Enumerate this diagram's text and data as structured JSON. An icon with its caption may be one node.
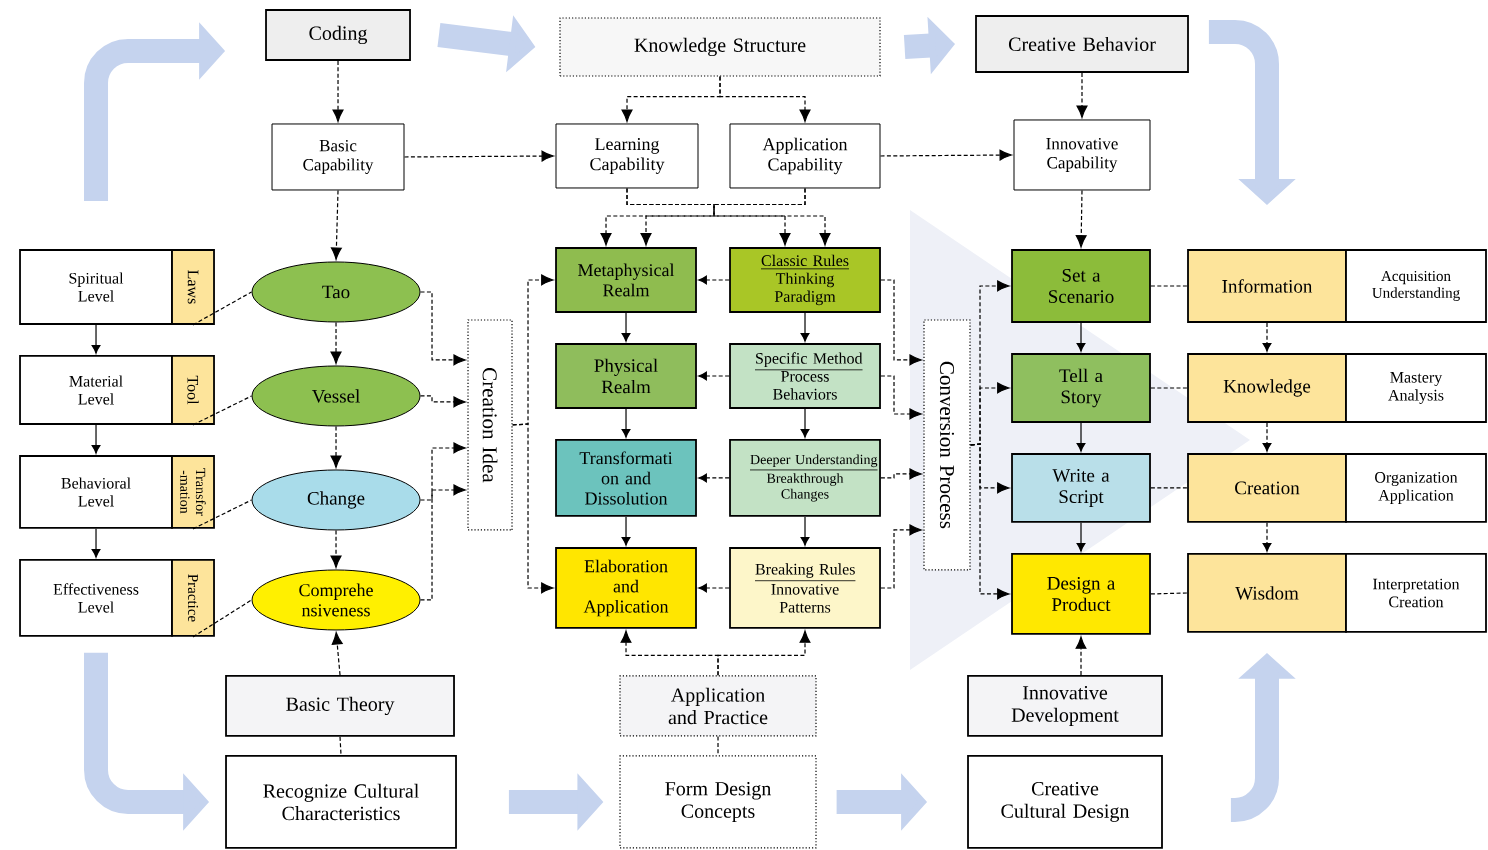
{
  "diagram": {
    "nodes": [
      {
        "text": [
          "Coding"
        ]
      },
      {
        "text": [
          "Basic Capability"
        ]
      },
      {
        "text": [
          "Knowledge Structure"
        ]
      },
      {
        "text": [
          "Learning Capability"
        ]
      },
      {
        "text": [
          "Application Capability"
        ]
      },
      {
        "text": [
          "Creative Behavior"
        ]
      },
      {
        "text": [
          "Innovative Capability"
        ]
      },
      {
        "text": [
          "Spiritual Level"
        ]
      },
      {
        "text": [
          "Laws"
        ]
      },
      {
        "text": [
          "Material Level"
        ]
      },
      {
        "text": [
          "Tool"
        ]
      },
      {
        "text": [
          "Behavioral Level"
        ]
      },
      {
        "text": [
          "Transfor -mation"
        ]
      },
      {
        "text": [
          "Effectiveness Level"
        ]
      },
      {
        "text": [
          "Practice"
        ]
      },
      {
        "text": [
          "Tao"
        ]
      },
      {
        "text": [
          "Vessel"
        ]
      },
      {
        "text": [
          "Change"
        ]
      },
      {
        "text": [
          "Comprehe nsiveness"
        ]
      },
      {
        "text": [
          "Creation Idea"
        ]
      },
      {
        "text": [
          "Metaphysical Realm"
        ]
      },
      {
        "text": [
          "Classic Rules",
          "Thinking Paradigm"
        ]
      },
      {
        "text": [
          "Physical Realm"
        ]
      },
      {
        "text": [
          "Specific Method",
          "Process Behaviors"
        ]
      },
      {
        "text": [
          "Transformati on and Dissolution"
        ]
      },
      {
        "text": [
          "Deeper Understanding",
          "Breakthrough Changes"
        ]
      },
      {
        "text": [
          "Elaboration and Application"
        ]
      },
      {
        "text": [
          "Breaking Rules",
          "Innovative Patterns"
        ]
      },
      {
        "text": [
          "Conversion Process"
        ]
      },
      {
        "text": [
          "Set a Scenario"
        ]
      },
      {
        "text": [
          "Information"
        ]
      },
      {
        "text": [
          "Acquisition Understanding"
        ]
      },
      {
        "text": [
          "Tell a Story"
        ]
      },
      {
        "text": [
          "Knowledge"
        ]
      },
      {
        "text": [
          "Mastery Analysis"
        ]
      },
      {
        "text": [
          "Write a Script"
        ]
      },
      {
        "text": [
          "Creation"
        ]
      },
      {
        "text": [
          "Organization Application"
        ]
      },
      {
        "text": [
          "Design a Product"
        ]
      },
      {
        "text": [
          "Wisdom"
        ]
      },
      {
        "text": [
          "Interpretation Creation"
        ]
      },
      {
        "text": [
          "Basic Theory"
        ]
      },
      {
        "text": [
          "Recognize Cultural Characteristics"
        ]
      },
      {
        "text": [
          "Application and Practice"
        ]
      },
      {
        "text": [
          "Form Design Concepts"
        ]
      },
      {
        "text": [
          "Innovative Development"
        ]
      },
      {
        "text": [
          "Creative Cultural Design"
        ]
      }
    ],
    "edges": [
      {
        "from": 0,
        "to": 1,
        "arrow": "to",
        "style": "dashed"
      },
      {
        "from": 1,
        "to": 15,
        "arrow": "to",
        "style": "dashed"
      },
      {
        "from": 1,
        "to": 3,
        "arrow": "to",
        "style": "dashed"
      },
      {
        "from": 2,
        "to": 3,
        "arrow": "to",
        "style": "dashed"
      },
      {
        "from": 2,
        "to": 4,
        "arrow": "to",
        "style": "dashed"
      },
      {
        "from": 4,
        "to": 6,
        "arrow": "to",
        "style": "dashed"
      },
      {
        "from": 5,
        "to": 6,
        "arrow": "to",
        "style": "dashed"
      },
      {
        "from": 6,
        "to": 29,
        "arrow": "to",
        "style": "dashed"
      },
      {
        "from": 3,
        "to": 20,
        "arrow": "to",
        "style": "dashed"
      },
      {
        "from": 3,
        "to": 21,
        "arrow": "to",
        "style": "dashed"
      },
      {
        "from": 4,
        "to": 20,
        "arrow": "to",
        "style": "dashed"
      },
      {
        "from": 4,
        "to": 21,
        "arrow": "to",
        "style": "dashed"
      },
      {
        "from": 7,
        "to": 9,
        "arrow": "to"
      },
      {
        "from": 9,
        "to": 11,
        "arrow": "to"
      },
      {
        "from": 11,
        "to": 13,
        "arrow": "to"
      },
      {
        "from": 8,
        "to": 15,
        "arrow": "none",
        "style": "dashed"
      },
      {
        "from": 10,
        "to": 16,
        "arrow": "none",
        "style": "dashed"
      },
      {
        "from": 12,
        "to": 17,
        "arrow": "none",
        "style": "dashed"
      },
      {
        "from": 14,
        "to": 18,
        "arrow": "none",
        "style": "dashed"
      },
      {
        "from": 15,
        "to": 16,
        "arrow": "to",
        "style": "dashed"
      },
      {
        "from": 16,
        "to": 17,
        "arrow": "to",
        "style": "dashed"
      },
      {
        "from": 17,
        "to": 18,
        "arrow": "to",
        "style": "dashed"
      },
      {
        "from": 15,
        "to": 19,
        "arrow": "to",
        "style": "dashed"
      },
      {
        "from": 16,
        "to": 19,
        "arrow": "to",
        "style": "dashed"
      },
      {
        "from": 17,
        "to": 19,
        "arrow": "to",
        "style": "dashed"
      },
      {
        "from": 18,
        "to": 19,
        "arrow": "to",
        "style": "dashed"
      },
      {
        "from": 19,
        "to": 20,
        "arrow": "to",
        "style": "dashed"
      },
      {
        "from": 19,
        "to": 26,
        "arrow": "to",
        "style": "dashed"
      },
      {
        "from": 21,
        "to": 20,
        "arrow": "to",
        "style": "dashed"
      },
      {
        "from": 23,
        "to": 22,
        "arrow": "to",
        "style": "dashed"
      },
      {
        "from": 25,
        "to": 24,
        "arrow": "to",
        "style": "dashed"
      },
      {
        "from": 27,
        "to": 26,
        "arrow": "to",
        "style": "dashed"
      },
      {
        "from": 20,
        "to": 22,
        "arrow": "to"
      },
      {
        "from": 22,
        "to": 24,
        "arrow": "to"
      },
      {
        "from": 24,
        "to": 26,
        "arrow": "to"
      },
      {
        "from": 21,
        "to": 23,
        "arrow": "to"
      },
      {
        "from": 23,
        "to": 25,
        "arrow": "to"
      },
      {
        "from": 25,
        "to": 27,
        "arrow": "to"
      },
      {
        "from": 21,
        "to": 28,
        "arrow": "to",
        "style": "dashed"
      },
      {
        "from": 23,
        "to": 28,
        "arrow": "to",
        "style": "dashed"
      },
      {
        "from": 25,
        "to": 28,
        "arrow": "to",
        "style": "dashed"
      },
      {
        "from": 27,
        "to": 28,
        "arrow": "to",
        "style": "dashed"
      },
      {
        "from": 28,
        "to": 29,
        "arrow": "to",
        "style": "dashed"
      },
      {
        "from": 28,
        "to": 32,
        "arrow": "to",
        "style": "dashed"
      },
      {
        "from": 28,
        "to": 35,
        "arrow": "to",
        "style": "dashed"
      },
      {
        "from": 28,
        "to": 38,
        "arrow": "to",
        "style": "dashed"
      },
      {
        "from": 29,
        "to": 32,
        "arrow": "to"
      },
      {
        "from": 32,
        "to": 35,
        "arrow": "to"
      },
      {
        "from": 35,
        "to": 38,
        "arrow": "to"
      },
      {
        "from": 29,
        "to": 30,
        "arrow": "none",
        "style": "dashed"
      },
      {
        "from": 32,
        "to": 33,
        "arrow": "none",
        "style": "dashed"
      },
      {
        "from": 35,
        "to": 36,
        "arrow": "none",
        "style": "dashed"
      },
      {
        "from": 38,
        "to": 39,
        "arrow": "none",
        "style": "dashed"
      },
      {
        "from": 30,
        "to": 33,
        "arrow": "to",
        "style": "dashed"
      },
      {
        "from": 33,
        "to": 36,
        "arrow": "to",
        "style": "dashed"
      },
      {
        "from": 36,
        "to": 39,
        "arrow": "to",
        "style": "dashed"
      },
      {
        "from": 43,
        "to": 26,
        "arrow": "to",
        "style": "dashed"
      },
      {
        "from": 43,
        "to": 27,
        "arrow": "to",
        "style": "dashed"
      },
      {
        "from": 43,
        "to": 44,
        "arrow": "none",
        "style": "dashed"
      },
      {
        "from": 41,
        "to": 18,
        "arrow": "to",
        "style": "dashed"
      },
      {
        "from": 41,
        "to": 42,
        "arrow": "none",
        "style": "dashed"
      },
      {
        "from": 45,
        "to": 38,
        "arrow": "to",
        "style": "dashed"
      },
      {
        "from": 0,
        "to": 2,
        "arrow": "to",
        "style": "thick",
        "color": "#c5d3ee"
      },
      {
        "from": 2,
        "to": 5,
        "arrow": "to",
        "style": "thick",
        "color": "#c5d3ee"
      },
      {
        "from": 42,
        "to": 44,
        "arrow": "to",
        "style": "thick",
        "color": "#c5d3ee"
      },
      {
        "from": 44,
        "to": 46,
        "arrow": "to",
        "style": "thick",
        "color": "#c5d3ee"
      },
      {
        "from": 7,
        "to": 0,
        "arrow": "to",
        "style": "thick",
        "color": "#c5d3ee"
      },
      {
        "from": 5,
        "to": 30,
        "arrow": "to",
        "style": "thick",
        "color": "#c5d3ee"
      },
      {
        "from": 13,
        "to": 42,
        "arrow": "to",
        "style": "thick",
        "color": "#c5d3ee"
      },
      {
        "from": 46,
        "to": 39,
        "arrow": "to",
        "style": "thick",
        "color": "#c5d3ee"
      }
    ]
  }
}
